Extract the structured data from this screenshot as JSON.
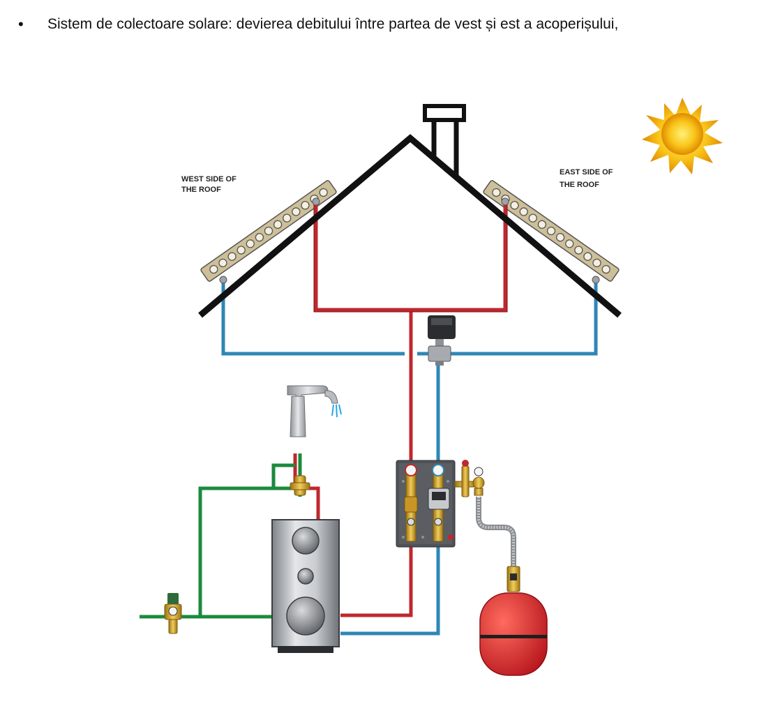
{
  "bullet": {
    "symbol": "•",
    "text": "Sistem de colectoare solare: devierea debitului între partea de vest și est a acoperișului,"
  },
  "diagram": {
    "labels": {
      "west_line1": "WEST SIDE OF",
      "west_line2": "THE ROOF",
      "east_line1": "EAST SIDE OF",
      "east_line2": "THE ROOF"
    },
    "colors": {
      "hot_pipe": "#c0272d",
      "cold_pipe": "#2f86b5",
      "water_pipe": "#1b8a3c",
      "roof": "#111111",
      "collector": "#cdbf98",
      "sun": "#f6b80e",
      "tank": "#a9adb2",
      "expansion_vessel": "#e31e24",
      "brass": "#d6a62a",
      "station_panel": "#4f5257"
    }
  }
}
